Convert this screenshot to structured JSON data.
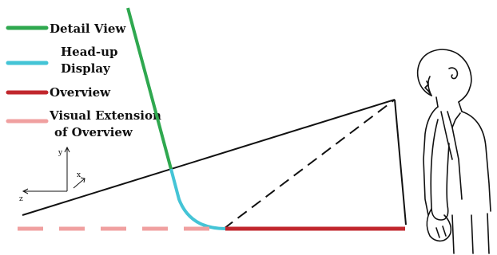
{
  "legend": {
    "items": [
      {
        "key": "detail",
        "lines": [
          "Detail View"
        ],
        "color": "#2fa84f",
        "dashed": false
      },
      {
        "key": "headup",
        "lines": [
          "Head-up",
          "Display"
        ],
        "color": "#44c4d6",
        "dashed": false
      },
      {
        "key": "overview",
        "lines": [
          "Overview"
        ],
        "color": "#c1272d",
        "dashed": false
      },
      {
        "key": "extension",
        "lines": [
          "Visual Extension",
          "of Overview"
        ],
        "color": "#f0a0a0",
        "dashed": true
      }
    ]
  },
  "axes": {
    "y": "y",
    "x": "x",
    "z": "z"
  },
  "colors": {
    "detail": "#2fa84f",
    "headup": "#44c4d6",
    "overview": "#c1272d",
    "extension": "#f0a0a0",
    "ink": "#111111"
  }
}
